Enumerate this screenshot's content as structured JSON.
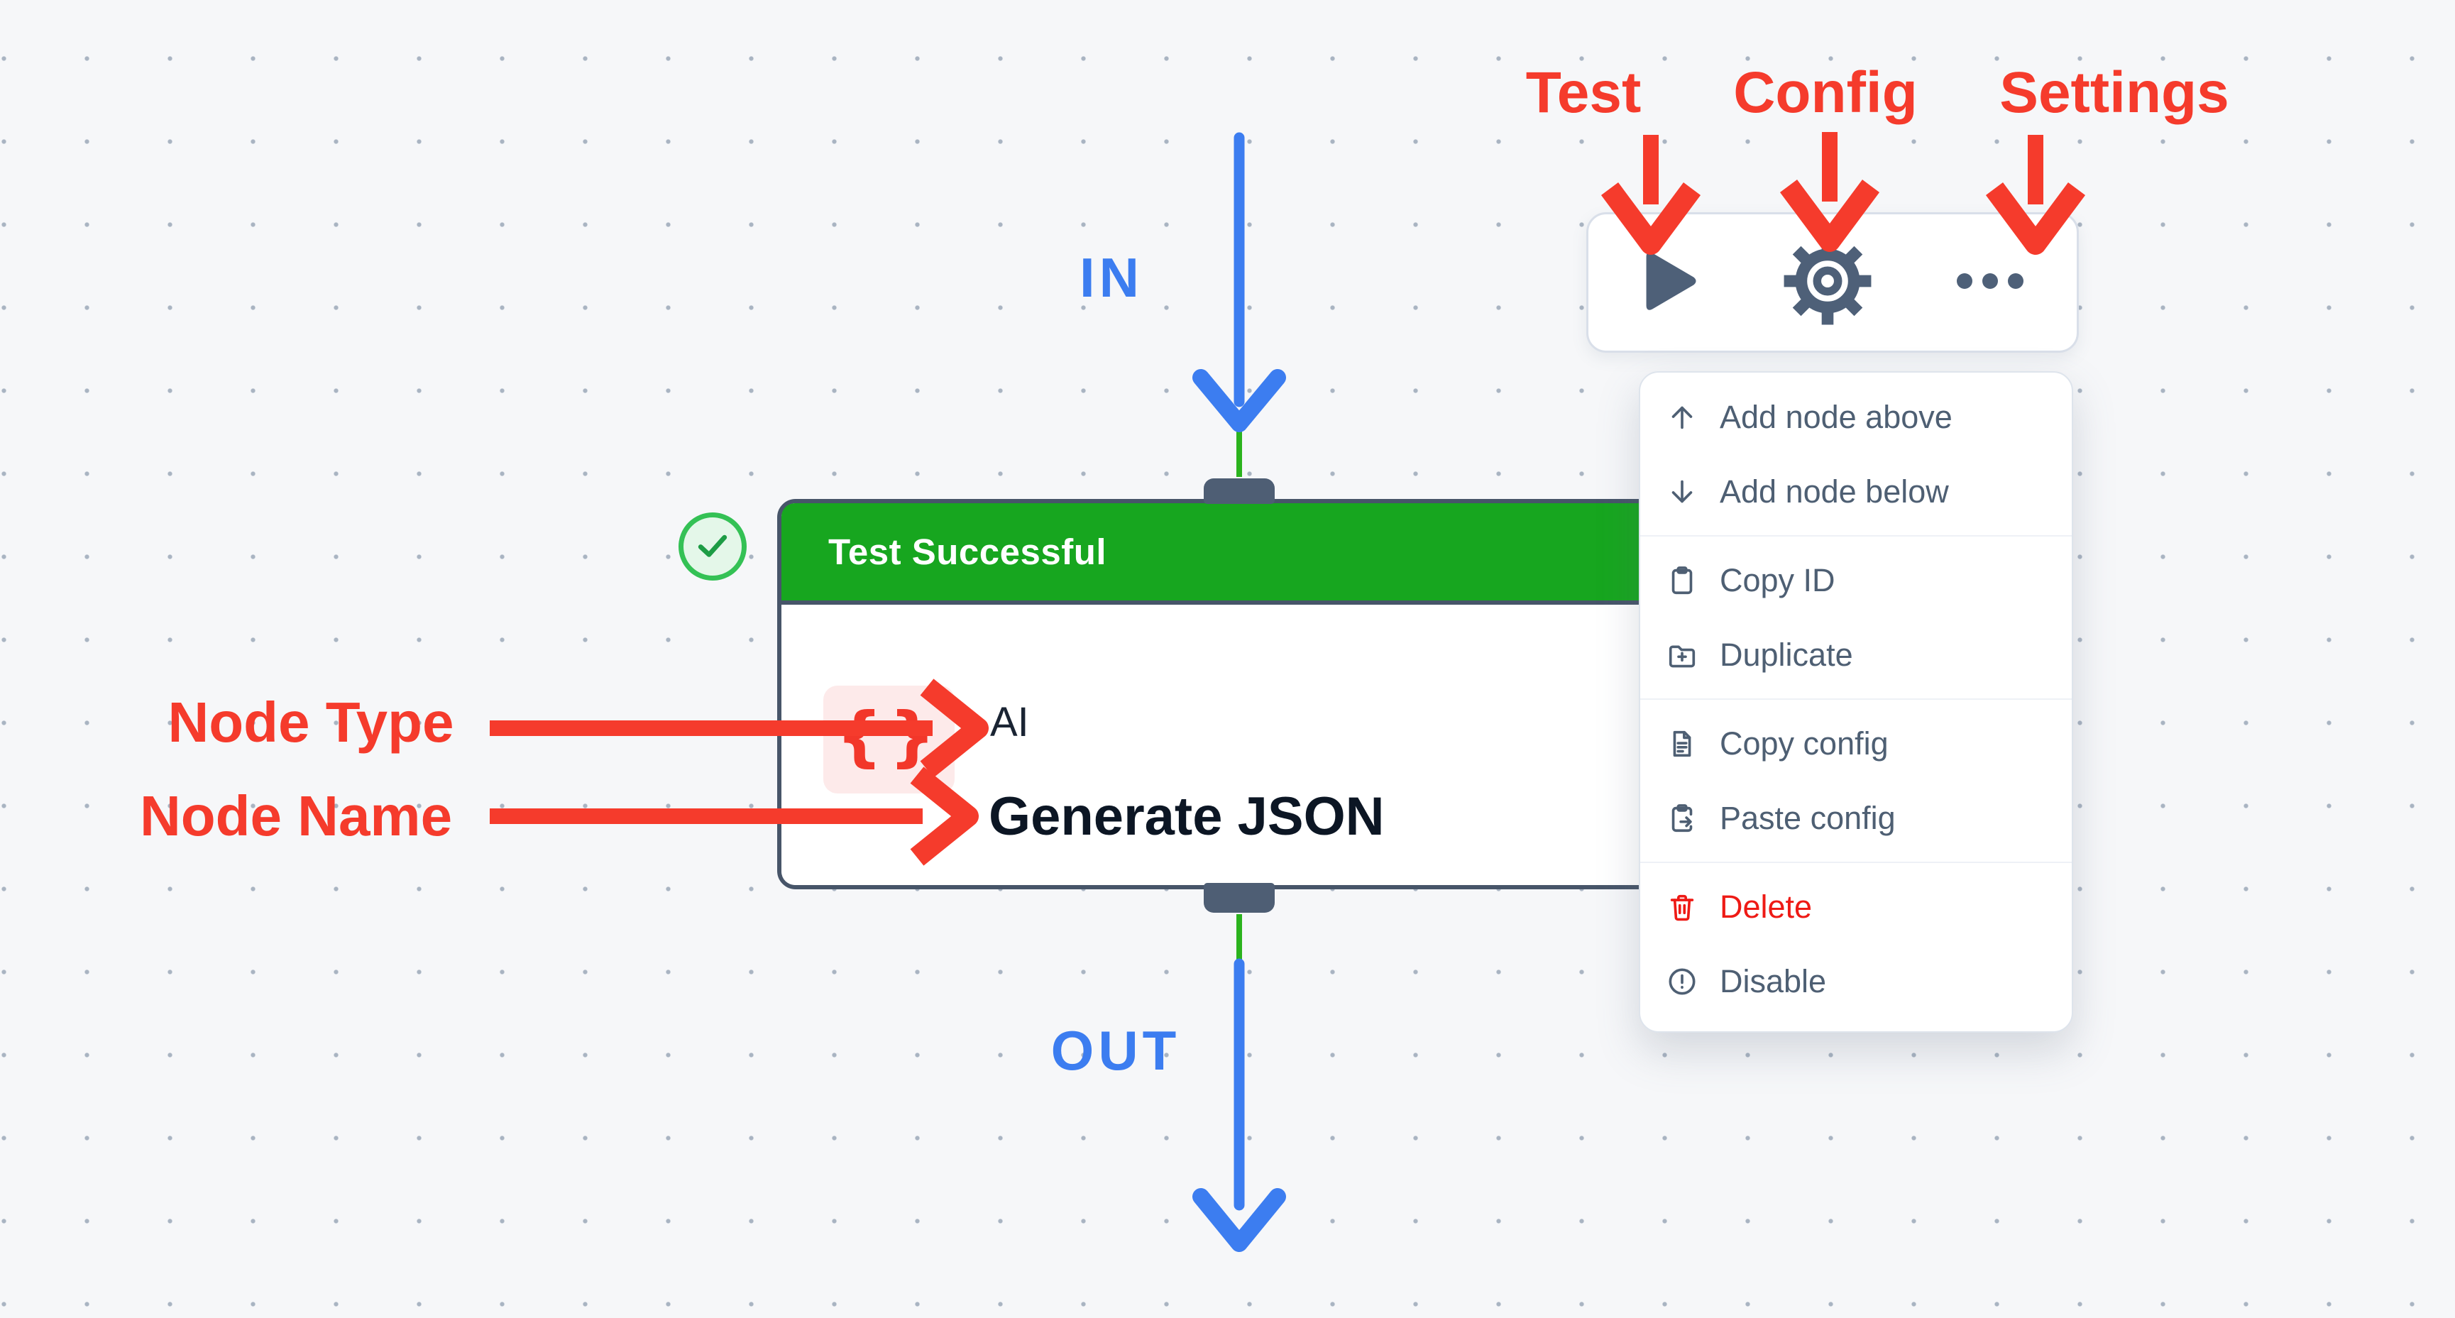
{
  "canvas": {
    "background": "#f6f7f9",
    "dot_color": "#a9b4c2"
  },
  "colors": {
    "annotation_red": "#f53b2c",
    "danger_red": "#ee1a15",
    "flow_blue": "#3c7df0",
    "success_green": "#17a61f",
    "connector_green": "#2bb31e",
    "icon_slate": "#4e6078",
    "card_border": "#475569"
  },
  "annotations": {
    "toolbar_labels": [
      {
        "label": "Test"
      },
      {
        "label": "Config"
      },
      {
        "label": "Settings"
      }
    ],
    "node_labels": [
      {
        "label": "Node Type"
      },
      {
        "label": "Node Name"
      }
    ],
    "flow_in": "IN",
    "flow_out": "OUT"
  },
  "node": {
    "status": "Test Successful",
    "type_glyph": "{}",
    "type": "AI",
    "name": "Generate JSON"
  },
  "toolbar": {
    "buttons": [
      {
        "icon": "play-icon",
        "action": "Test"
      },
      {
        "icon": "gear-icon",
        "action": "Config"
      },
      {
        "icon": "ellipsis-icon",
        "action": "Settings"
      }
    ]
  },
  "menu": {
    "groups": [
      {
        "items": [
          {
            "icon": "arrow-up-icon",
            "label": "Add node above"
          },
          {
            "icon": "arrow-down-icon",
            "label": "Add node below"
          }
        ]
      },
      {
        "items": [
          {
            "icon": "clipboard-icon",
            "label": "Copy ID"
          },
          {
            "icon": "folder-plus-icon",
            "label": "Duplicate"
          }
        ]
      },
      {
        "items": [
          {
            "icon": "file-text-icon",
            "label": "Copy config"
          },
          {
            "icon": "clipboard-arrow-icon",
            "label": "Paste config"
          }
        ]
      },
      {
        "items": [
          {
            "icon": "trash-icon",
            "label": "Delete",
            "danger": true
          },
          {
            "icon": "alert-circle-icon",
            "label": "Disable"
          }
        ]
      }
    ]
  }
}
